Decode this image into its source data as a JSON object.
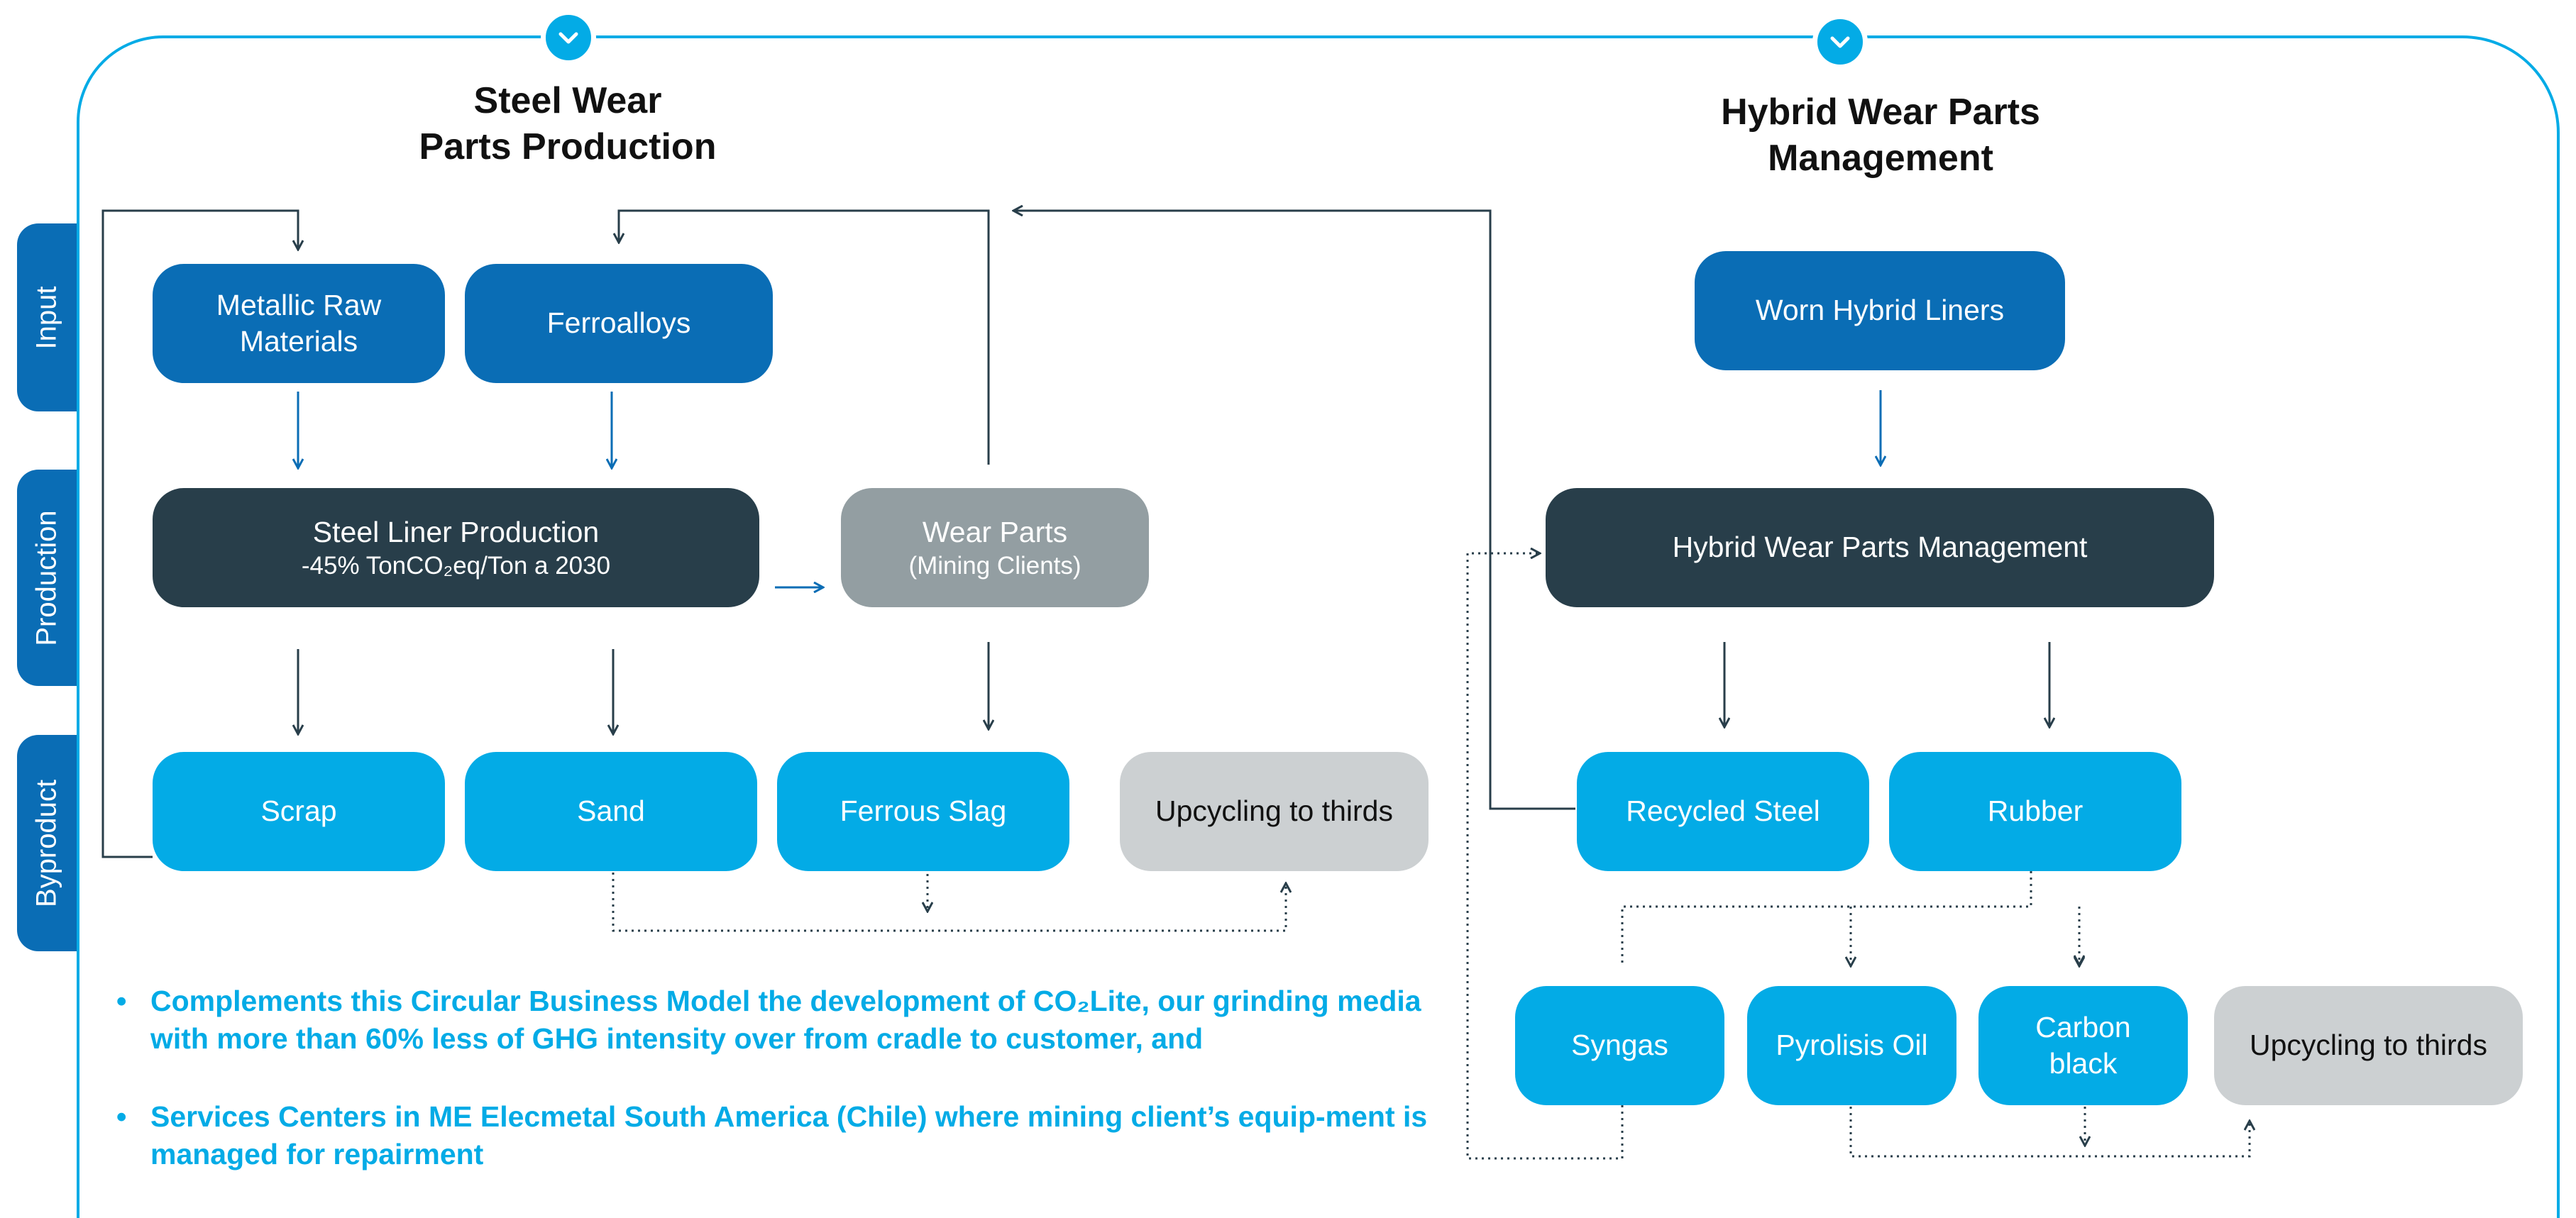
{
  "titles": {
    "left_line1": "Steel Wear",
    "left_line2": "Parts Production",
    "right_line1": "Hybrid Wear Parts",
    "right_line2": "Management"
  },
  "side_tabs": {
    "input": "Input",
    "production": "Production",
    "byproduct": "Byproduct"
  },
  "left_nodes": {
    "metallic_raw_line1": "Metallic Raw",
    "metallic_raw_line2": "Materials",
    "ferroalloys": "Ferroalloys",
    "steel_liner_title": "Steel Liner Production",
    "steel_liner_sub": "-45% TonCO₂eq/Ton a 2030",
    "wear_parts_title": "Wear Parts",
    "wear_parts_sub": "(Mining Clients)",
    "scrap": "Scrap",
    "sand": "Sand",
    "ferrous_slag": "Ferrous Slag",
    "upcycling": "Upcycling to thirds"
  },
  "right_nodes": {
    "worn_hybrid": "Worn Hybrid Liners",
    "hybrid_management": "Hybrid Wear Parts Management",
    "recycled_steel": "Recycled Steel",
    "rubber": "Rubber",
    "syngas": "Syngas",
    "pyrolisis_oil": "Pyrolisis Oil",
    "carbon_black_line1": "Carbon",
    "carbon_black_line2": "black",
    "upcycling": "Upcycling to thirds"
  },
  "bullets": {
    "item1": "Complements this Circular Business Model the development of CO₂Lite, our grinding media with more than 60% less of GHG intensity over from cradle to customer, and",
    "item2": "Services Centers in ME Elecmetal South America (Chile) where mining client’s equip-ment is managed for repairment"
  },
  "icons": {
    "badge_left": "chevron-down-icon",
    "badge_right": "chevron-down-icon"
  },
  "colors": {
    "dark_blue": "#0a6db5",
    "charcoal": "#283e4a",
    "light_blue": "#03abe6",
    "gray": "#939ea2",
    "light_gray": "#ccd0d2",
    "connector": "#283e4a",
    "frame": "#03abe6"
  }
}
